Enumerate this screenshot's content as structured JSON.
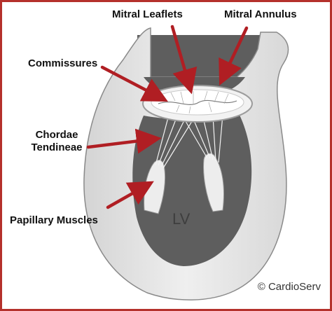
{
  "labels": {
    "mitral_leaflets": "Mitral Leaflets",
    "mitral_annulus": "Mitral Annulus",
    "commissures": "Commissures",
    "chordae_line1": "Chordae",
    "chordae_line2": "Tendineae",
    "papillary_muscles": "Papillary Muscles",
    "lv": "LV"
  },
  "copyright": "© CardioServ",
  "colors": {
    "frame": "#b5312c",
    "arrow": "#b01e23",
    "tissue": "#e9e9e9",
    "cavity": "#5e5e5e"
  }
}
